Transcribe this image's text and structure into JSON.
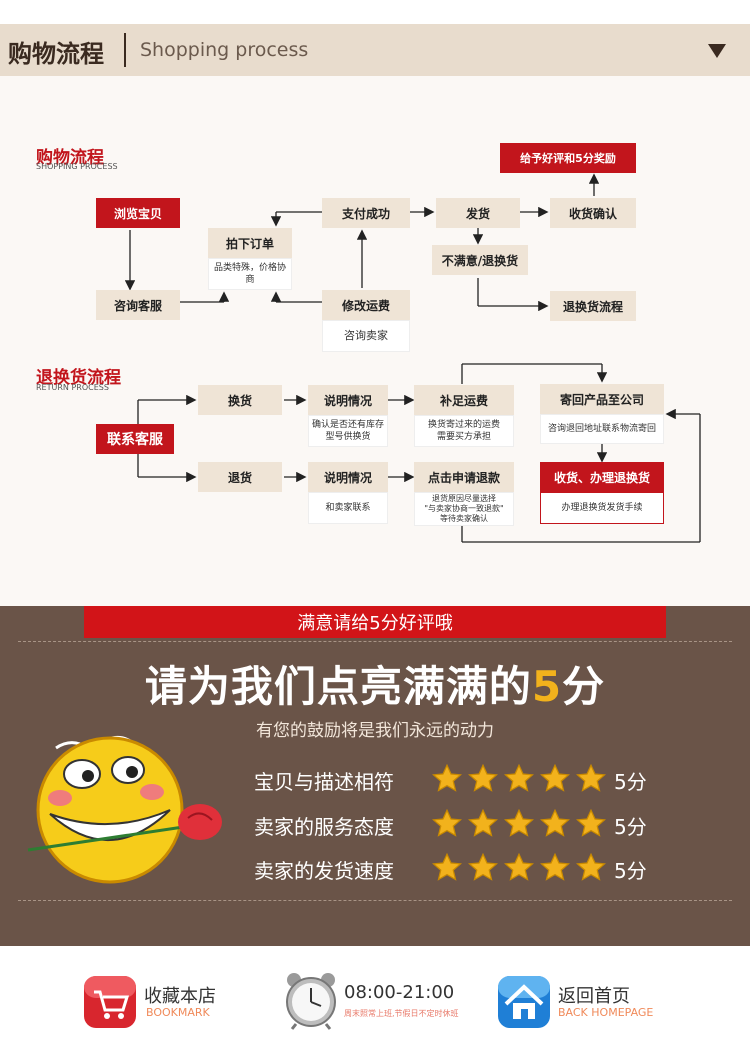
{
  "header": {
    "title": "购物流程",
    "subtitle": "Shopping process"
  },
  "shopping": {
    "title": "购物流程",
    "subtitle": "SHOPPING PROCESS",
    "browse": "浏览宝贝",
    "consult": "咨询客服",
    "order": "拍下订单",
    "order_note": "品类特殊，价格协商",
    "pay_success": "支付成功",
    "modify_shipping": "修改运费",
    "consult_seller": "咨询卖家",
    "ship": "发货",
    "confirm_receipt": "收货确认",
    "good_review": "给予好评和5分奖励",
    "unsatisfied": "不满意/退换货",
    "return_flow": "退换货流程"
  },
  "returns": {
    "title": "退换货流程",
    "subtitle": "RETURN PROCESS",
    "contact": "联系客服",
    "exchange": "换货",
    "refund": "退货",
    "explain1": "说明情况",
    "explain1_note": "确认是否还有库存\n型号供换货",
    "explain2": "说明情况",
    "explain2_note": "和卖家联系",
    "add_shipping": "补足运费",
    "add_shipping_note": "换货寄过来的运费\n需要买方承担",
    "apply_refund": "点击申请退款",
    "apply_refund_note": "退货原因尽量选择\n\"与卖家协商一致退款\"\n等待卖家确认",
    "send_back": "寄回产品至公司",
    "send_back_note": "咨询退回地址联系物流寄回",
    "receive": "收货、办理退换货",
    "receive_note": "办理退换货发货手续"
  },
  "rating": {
    "banner": "满意请给5分好评哦",
    "headline_pre": "请为我们点亮满满的",
    "headline_num": "5",
    "headline_post": "分",
    "tagline": "有您的鼓励将是我们永远的动力",
    "items": [
      {
        "label": "宝贝与描述相符",
        "value": "5分",
        "stars": 5
      },
      {
        "label": "卖家的服务态度",
        "value": "5分",
        "stars": 5
      },
      {
        "label": "卖家的发货速度",
        "value": "5分",
        "stars": 5
      }
    ]
  },
  "footer": {
    "bookmark": "收藏本店",
    "bookmark_en": "BOOKMARK",
    "hours": "08:00-21:00",
    "hours_note": "周末照常上班,节假日不定时休班",
    "home": "返回首页",
    "home_en": "BACK HOMEPAGE"
  },
  "colors": {
    "accent": "#c2151c",
    "band": "#6a5448",
    "box": "#efe4d6",
    "star": "#f2b21c"
  }
}
